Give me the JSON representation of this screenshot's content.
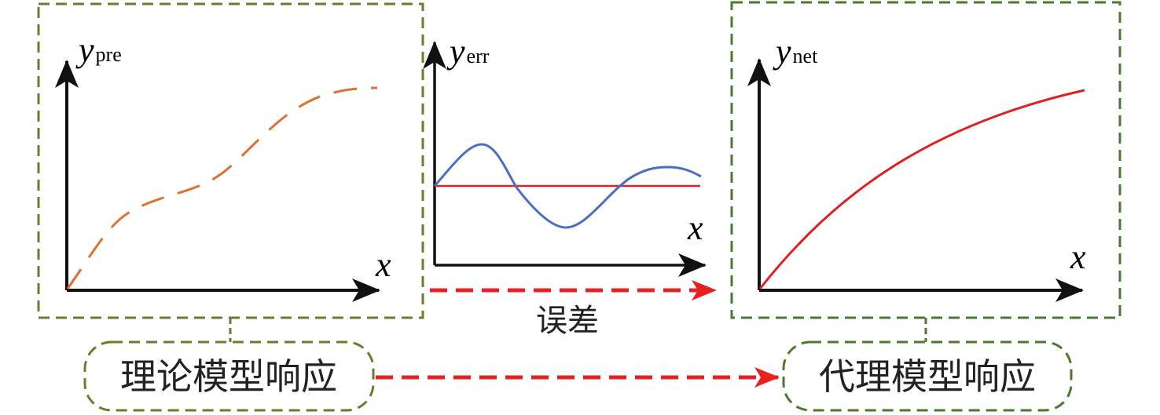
{
  "panels": {
    "theory": {
      "y_var": "y",
      "y_sub": "pre",
      "x_var": "x"
    },
    "error": {
      "y_var": "y",
      "y_sub": "err",
      "x_var": "x"
    },
    "surrogate": {
      "y_var": "y",
      "y_sub": "net",
      "x_var": "x"
    }
  },
  "labels": {
    "error_arrow": "误差",
    "theory_response": "理论模型响应",
    "surrogate_response": "代理模型响应"
  },
  "colors": {
    "theory_box": "#6b7d2c",
    "surrogate_box": "#4b7a2e",
    "theory_curve": "#e07030",
    "error_curve": "#4a6fc0",
    "baseline": "#e02020",
    "arrow": "#e82020"
  }
}
